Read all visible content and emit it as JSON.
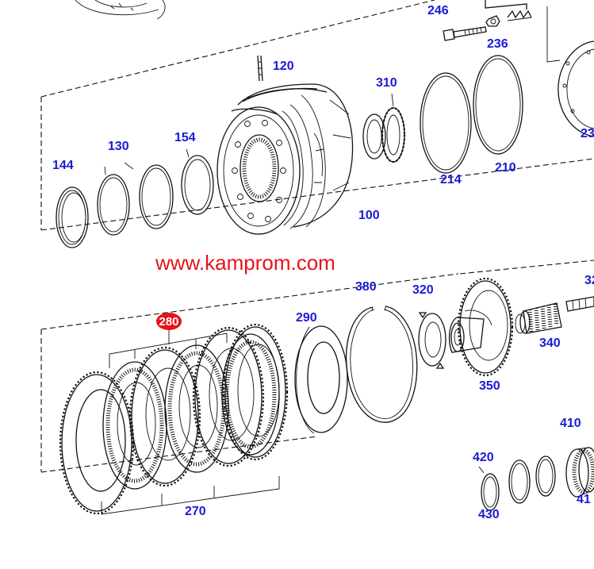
{
  "watermark": "www.kamprom.com",
  "highlight": {
    "label": "280",
    "color": "#e8121a"
  },
  "label_color": "#1a1ad6",
  "callouts": {
    "c246": "246",
    "c236": "236",
    "c120": "120",
    "c310": "310",
    "c144": "144",
    "c130": "130",
    "c154": "154",
    "c214": "214",
    "c210": "210",
    "c23": "23",
    "c100": "100",
    "c380": "380",
    "c320": "320",
    "c32": "32",
    "c290": "290",
    "c340": "340",
    "c350": "350",
    "c410": "410",
    "c420": "420",
    "c41": "41",
    "c430": "430",
    "c270": "270"
  }
}
